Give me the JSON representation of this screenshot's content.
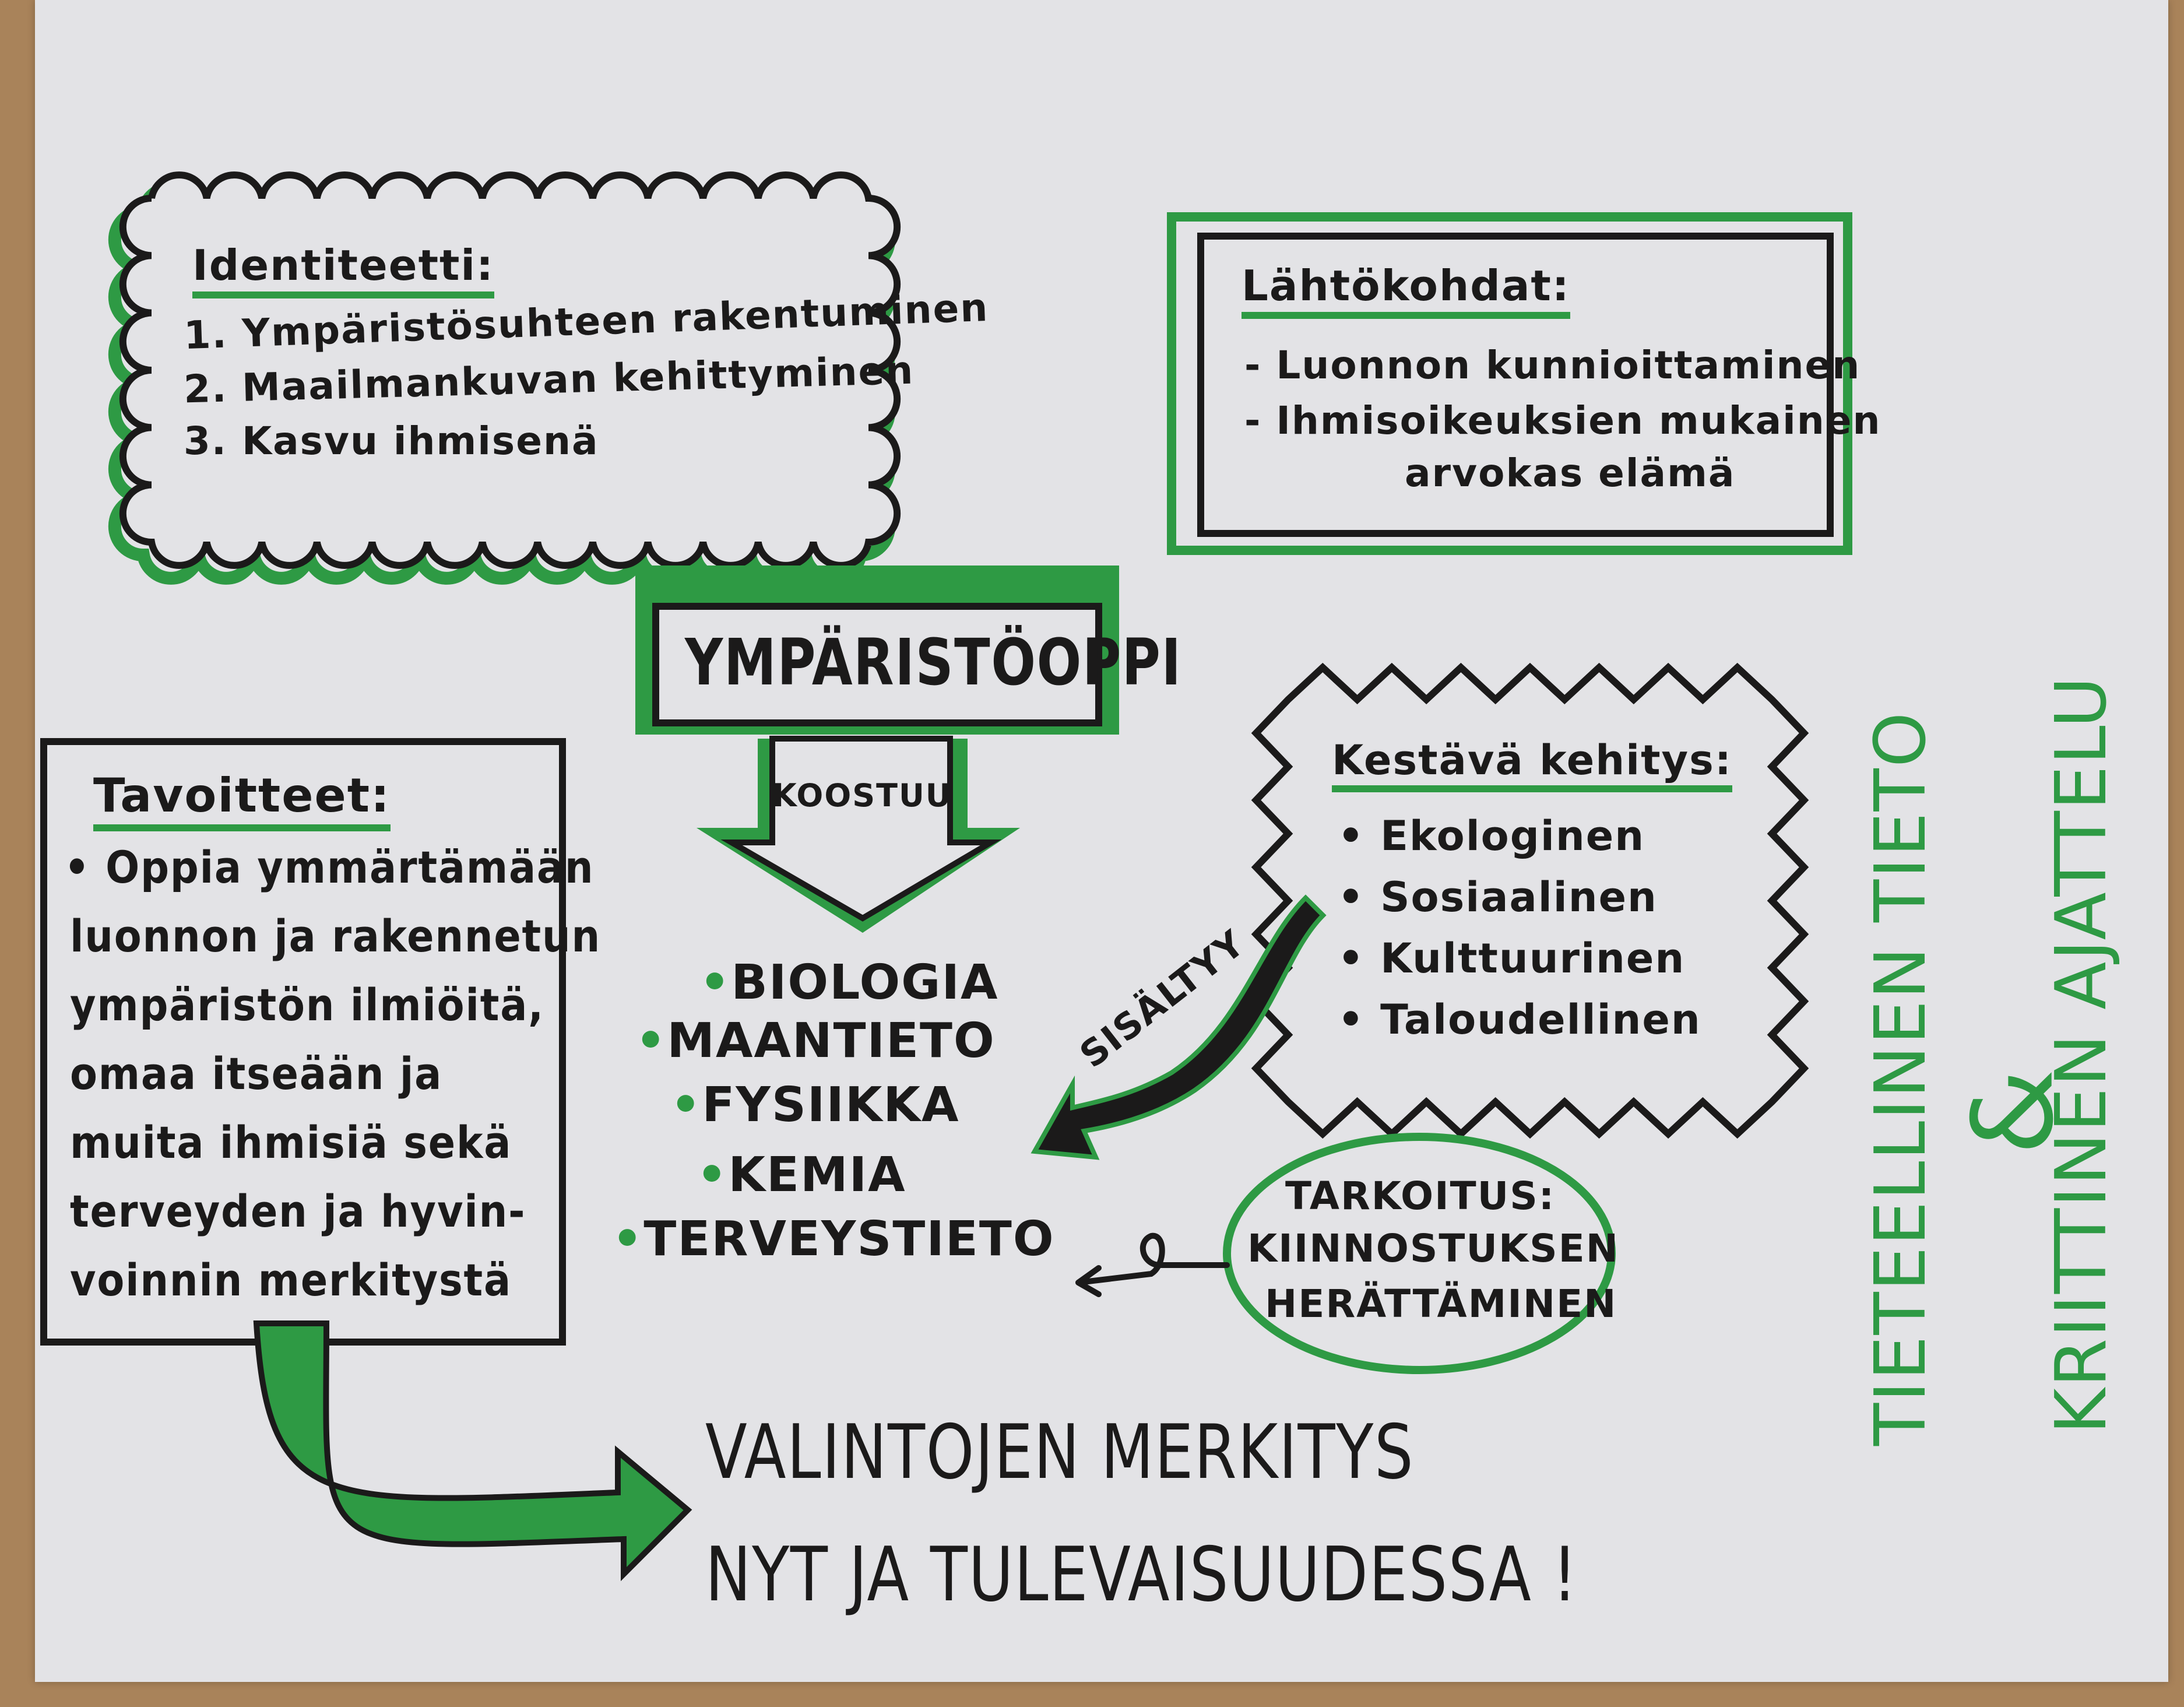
{
  "colors": {
    "ink": "#1b1a1a",
    "marker_green": "#2e9a44",
    "paper": "#e3e3e6",
    "table_wood": "#a9835a"
  },
  "identiteetti": {
    "title": "Identiteetti:",
    "items": [
      "1. Ympäristösuhteen rakentuminen",
      "2. Maailmankuvan kehittyminen",
      "3. Kasvu ihmisenä"
    ]
  },
  "lahtokohdat": {
    "title": "Lähtökohdat:",
    "items": [
      "- Luonnon kunnioittaminen",
      "- Ihmisoikeuksien mukainen",
      "arvokas elämä"
    ]
  },
  "subject": {
    "title": "YMPÄRISTÖOPPI",
    "arrow_label": "KOOSTUU",
    "items": [
      "BIOLOGIA",
      "MAANTIETO",
      "FYSIIKKA",
      "KEMIA",
      "TERVEYSTIETO"
    ]
  },
  "tavoitteet": {
    "title": "Tavoitteet:",
    "lines": [
      "• Oppia ymmärtämään",
      "luonnon ja rakennetun",
      "ympäristön ilmiöitä,",
      "omaa itseään ja",
      "muita ihmisiä sekä",
      "terveyden ja hyvin-",
      "voinnin merkitystä"
    ]
  },
  "kestava": {
    "title": "Kestävä kehitys:",
    "items": [
      "• Ekologinen",
      "• Sosiaalinen",
      "• Kulttuurinen",
      "• Taloudellinen"
    ],
    "arrow_label": "SISÄLTYY"
  },
  "tarkoitus": {
    "lines": [
      "TARKOITUS:",
      "KIINNOSTUKSEN",
      "HERÄTTÄMINEN"
    ]
  },
  "conclusion": {
    "lines": [
      "VALINTOJEN MERKITYS",
      "NYT JA TULEVAISUUDESSA !"
    ]
  },
  "vertical": {
    "left": "TIETEELLINEN TIETO",
    "amp": "&",
    "right": "KRIITTINEN AJATTELU"
  }
}
